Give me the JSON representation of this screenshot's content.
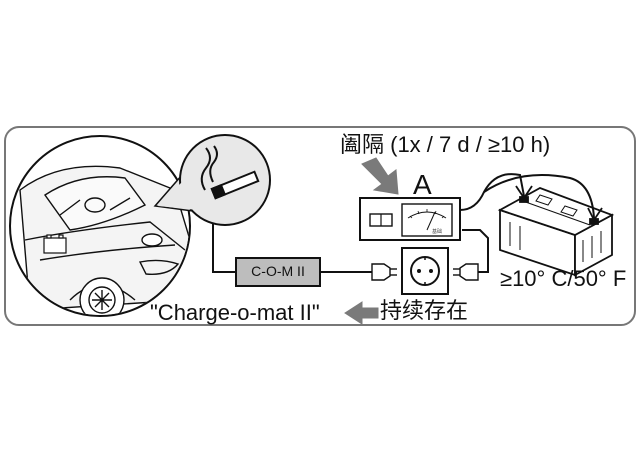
{
  "labels": {
    "interval": "阖隔 (1x / 7 d / ≥10 h)",
    "device": "A",
    "temperature": "≥10° C/50° F",
    "com_box": "C-O-M II",
    "product": "\"Charge-o-mat II\"",
    "continuous": "持续存在",
    "meter_text": "基础"
  },
  "icons": [
    "car-illustration",
    "battery-icon",
    "no-smoking-icon",
    "charger-device",
    "wall-socket-icon",
    "power-plug-icon",
    "arrow-left-icon",
    "arrow-down-right-icon"
  ],
  "colors": {
    "line": "#111111",
    "frame": "#777777",
    "com_box_fill": "#bdbdbd",
    "arrow_fill": "#7a7a7a",
    "callout_fill": "#e8e8e8"
  }
}
